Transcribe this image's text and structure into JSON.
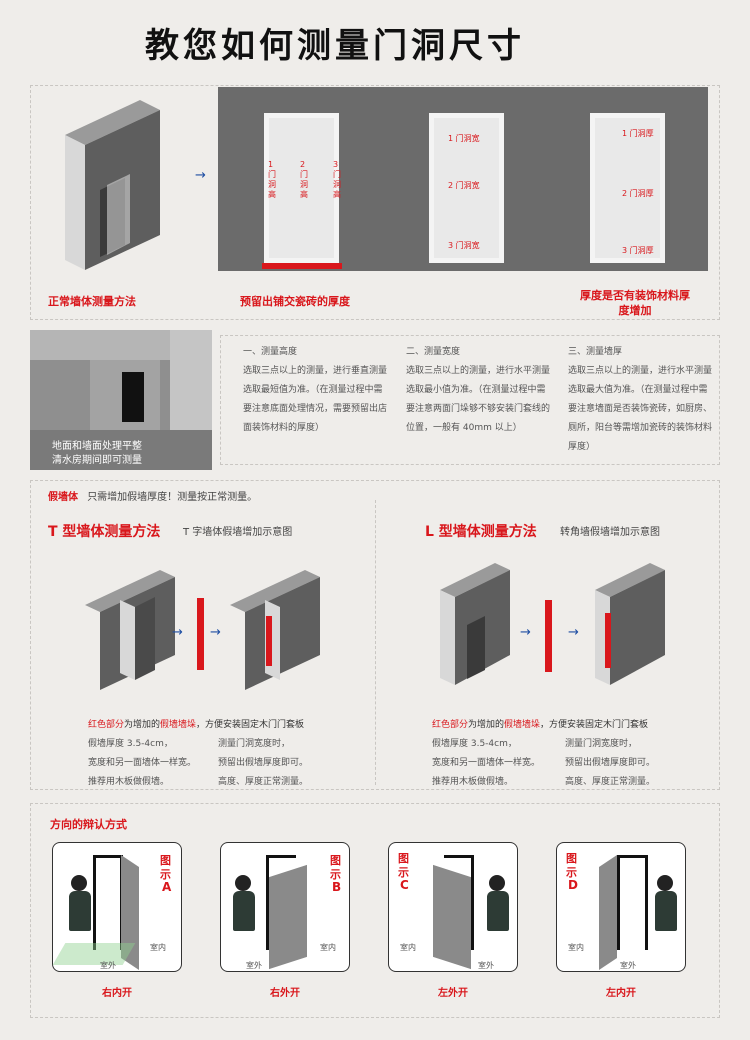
{
  "title": "教您如何测量门洞尺寸",
  "top": {
    "label_normal": "正常墙体测量方法",
    "label_reserve": "预留出铺交瓷砖的厚度",
    "label_thickness": "厚度是否有装饰材料厚度增加",
    "height_marks": [
      "1 门洞高",
      "2 门洞高",
      "3 门洞高"
    ],
    "width_marks": [
      "1 门洞宽",
      "2 门洞宽",
      "3 门洞宽"
    ],
    "thick_marks": [
      "1 门洞厚",
      "2 门洞厚",
      "3 门洞厚"
    ]
  },
  "room": {
    "caption_line1": "地面和墙面处理平整",
    "caption_line2": "清水房期间即可测量"
  },
  "steps": [
    {
      "heading": "一、测量高度",
      "lines": [
        "选取三点以上的测量，进行垂直测量",
        "选取最短值为准。（在测量过程中需",
        "要注意底面处理情况，需要预留出店",
        "面装饰材料的厚度）"
      ]
    },
    {
      "heading": "二、测量宽度",
      "lines": [
        "选取三点以上的测量，进行水平测量",
        "选取最小值为准。（在测量过程中需",
        "要注意两面门垛够不够安装门套线的",
        "位置，一般有 40mm 以上）"
      ]
    },
    {
      "heading": "三、测量墙厚",
      "lines": [
        "选取三点以上的测量，进行水平测量",
        "选取最大值为准。（在测量过程中需",
        "要注意墙面是否装饰瓷砖，如厨房、",
        "厕所，阳台等需增加瓷砖的装饰材料",
        "厚度）"
      ]
    }
  ],
  "fake_wall": {
    "label": "假墙体",
    "note": "只需增加假墙厚度！测量按正常测量。"
  },
  "t_wall": {
    "title": "T 型墙体测量方法",
    "subtitle": "T 字墙体假墙增加示意图",
    "note_red": "红色部分",
    "note_mid": "为增加的",
    "note_red2": "假墙墙垛",
    "note_end": "，方便安装固定木门门套板",
    "col1": [
      "假墙厚度 3.5-4cm，",
      "宽度和另一面墙体一样宽。",
      "推荐用木板做假墙。"
    ],
    "col2": [
      "测量门洞宽度时，",
      "预留出假墙厚度即可。",
      "高度、厚度正常测量。"
    ]
  },
  "l_wall": {
    "title": "L 型墙体测量方法",
    "subtitle": "转角墙假墙增加示意图",
    "note_red": "红色部分",
    "note_mid": "为增加的",
    "note_red2": "假墙墙垛",
    "note_end": "，方便安装固定木门门套板",
    "col1": [
      "假墙厚度 3.5-4cm，",
      "宽度和另一面墙体一样宽。",
      "推荐用木板做假墙。"
    ],
    "col2": [
      "测量门洞宽度时，",
      "预留出假墙厚度即可。",
      "高度、厚度正常测量。"
    ]
  },
  "direction": {
    "title": "方向的辩认方式",
    "cards": [
      {
        "tag1": "图",
        "tag2": "示",
        "letter": "A",
        "indoor": "室内",
        "outdoor": "室外",
        "caption": "右内开"
      },
      {
        "tag1": "图",
        "tag2": "示",
        "letter": "B",
        "indoor": "室内",
        "outdoor": "室外",
        "caption": "右外开"
      },
      {
        "tag1": "图",
        "tag2": "示",
        "letter": "C",
        "indoor": "室内",
        "outdoor": "室外",
        "caption": "左外开"
      },
      {
        "tag1": "图",
        "tag2": "示",
        "letter": "D",
        "indoor": "室内",
        "outdoor": "室外",
        "caption": "左内开"
      }
    ]
  },
  "colors": {
    "accent": "#d9171c",
    "wall": "#6b6b6b",
    "arrow": "#1f4fa3"
  }
}
